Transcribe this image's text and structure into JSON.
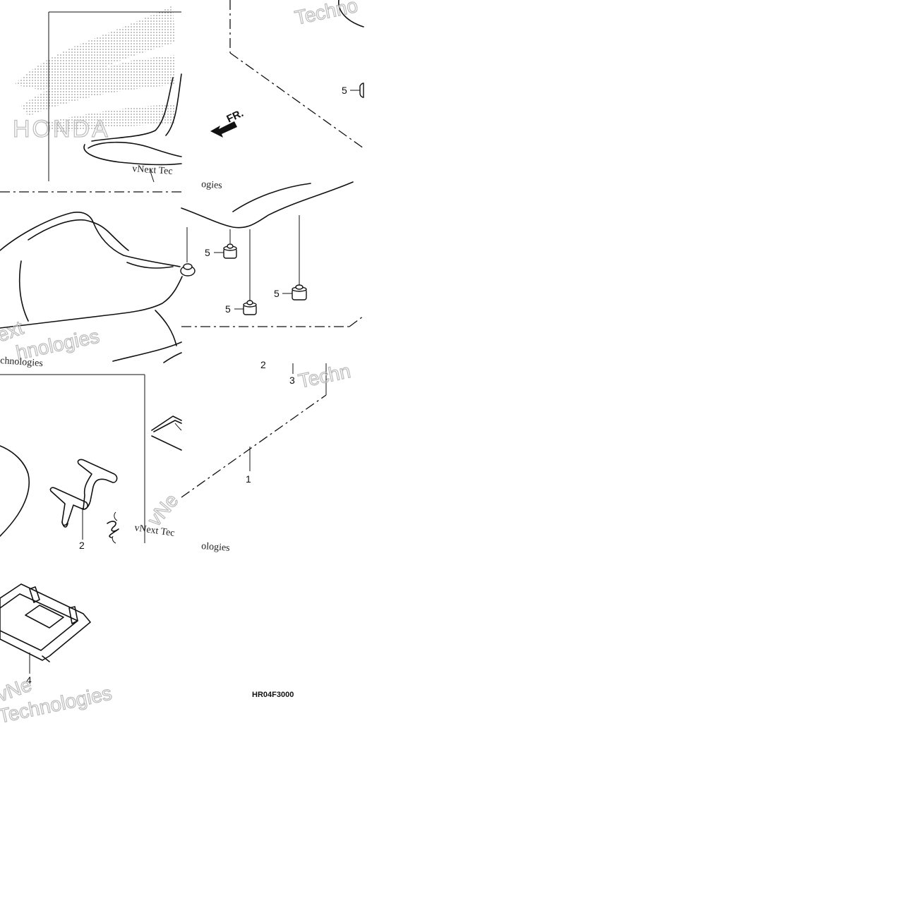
{
  "diagram": {
    "brand_watermark": "HONDA",
    "front_marker": "FR.",
    "diagram_code": "HR04F3000",
    "watermarks": {
      "a": "vNext Tec",
      "b": "hnologies",
      "c": "ogies",
      "d": "Techno",
      "e": "Techn",
      "f": "ext",
      "g": "chnologies",
      "h": "vNext Tec",
      "i": "ologies",
      "j": "Technologies",
      "k": "vNe",
      "l": "vNe"
    },
    "callouts": {
      "seat": "1",
      "latch_hook": "2",
      "latch_hook_upper": "2",
      "spring": "3",
      "tray": "4",
      "cushion_top_right": "5",
      "cushion_left": "5",
      "cushion_center": "5",
      "cushion_right": "5"
    }
  }
}
